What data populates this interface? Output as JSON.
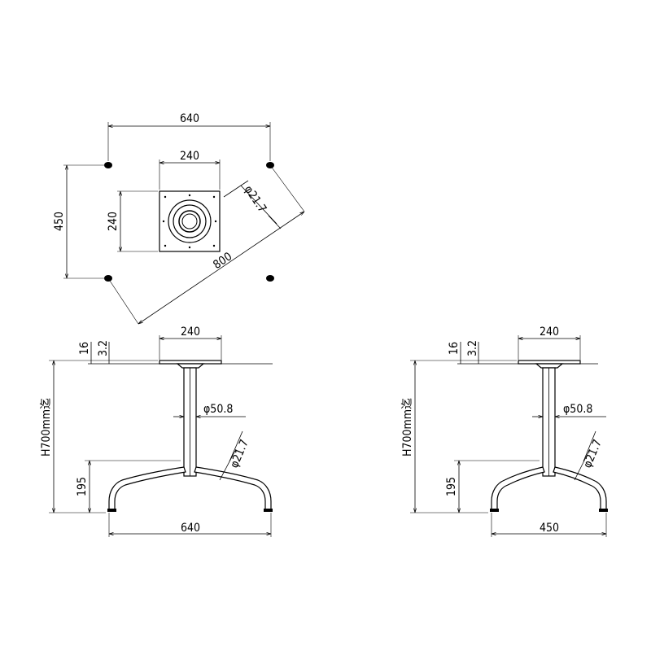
{
  "top_view": {
    "width_640": "640",
    "plate_240_w": "240",
    "plate_240_h": "240",
    "depth_450": "450",
    "diagonal_800": "800",
    "pipe_dia": "φ21.7"
  },
  "front_view": {
    "plate_240": "240",
    "thick_16": "16",
    "thick_3_2": "3.2",
    "height": "H700mm迄",
    "column_dia": "φ50.8",
    "leg_dia": "φ21.7",
    "foot_195": "195",
    "width_640": "640"
  },
  "side_view": {
    "plate_240": "240",
    "thick_16": "16",
    "thick_3_2": "3.2",
    "height": "H700mm迄",
    "column_dia": "φ50.8",
    "leg_dia": "φ21.7",
    "foot_195": "195",
    "width_450": "450"
  }
}
